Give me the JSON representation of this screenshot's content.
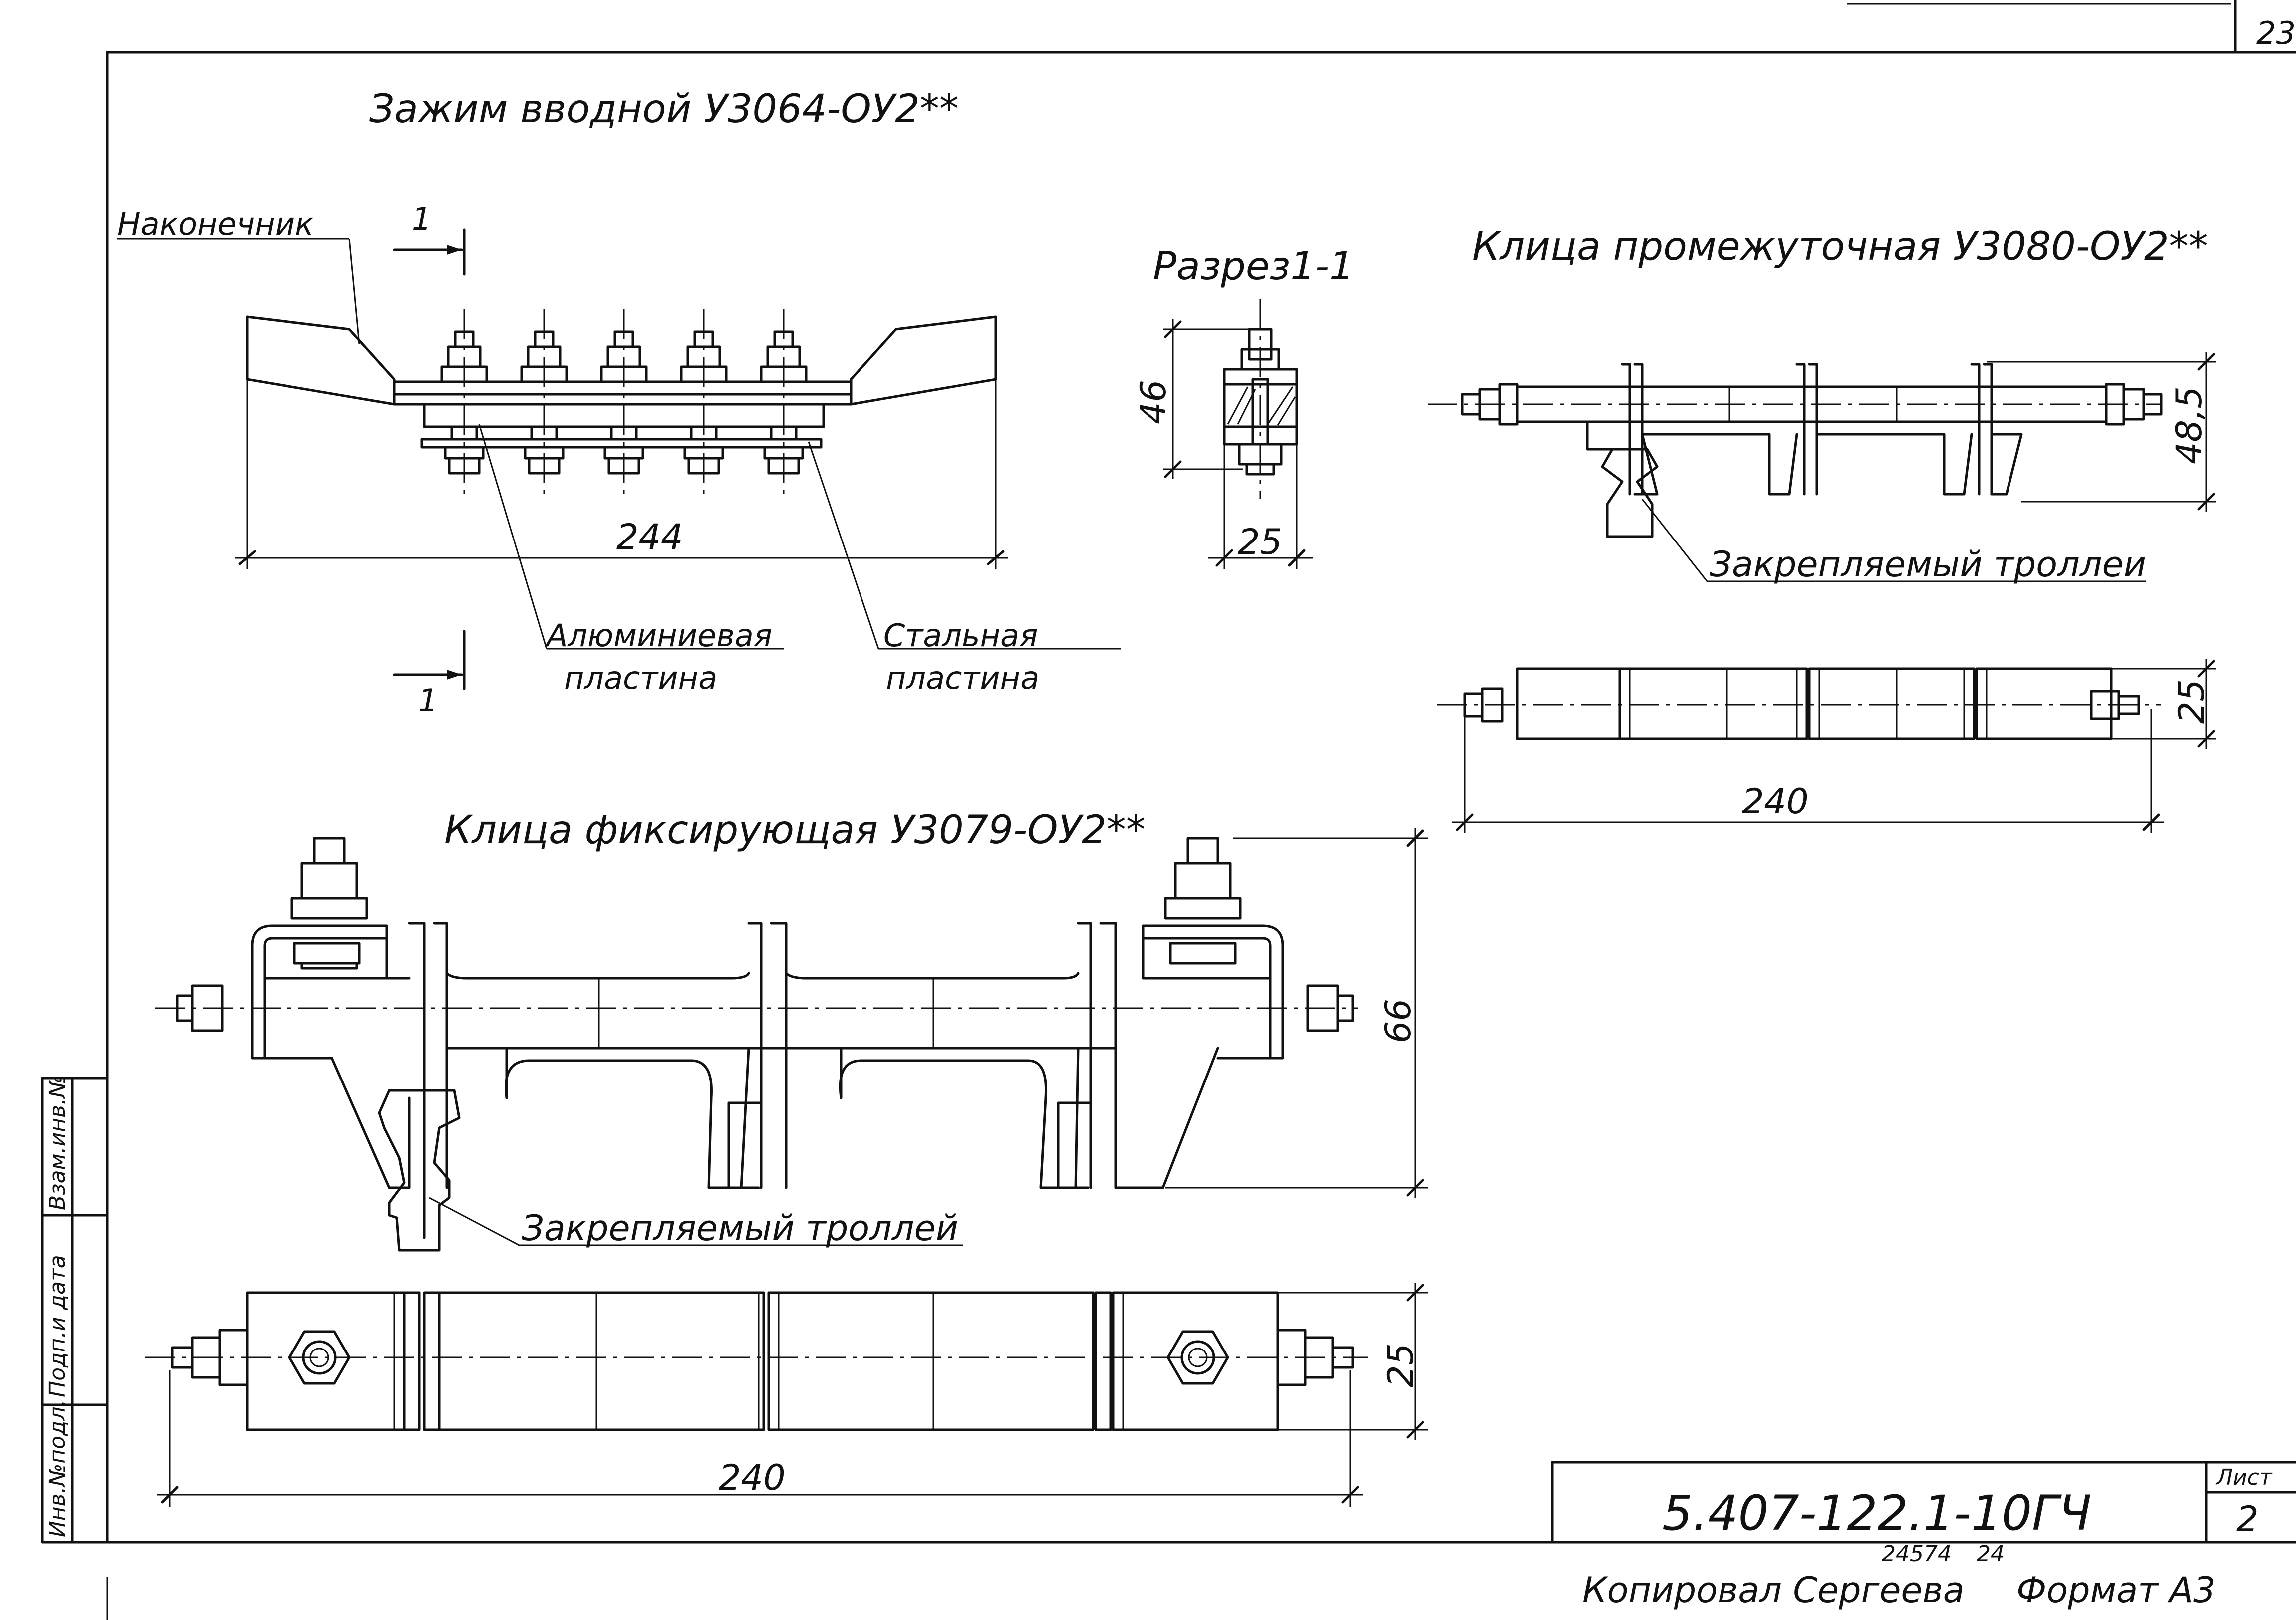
{
  "sheet": {
    "top_sheet_number": "23",
    "document_code": "5.407-122.1-10ГЧ",
    "list_label": "Лист",
    "list_number": "2",
    "inventory_number": "24574",
    "inventory_suffix": "24",
    "copied_by": "Копировал Сергеева",
    "format": "Формат А3"
  },
  "side_stamp": {
    "field_1": "Инв.№подл.",
    "field_2": "Подп.и дата",
    "field_3": "Взам.инв.№"
  },
  "clamp": {
    "title": "Зажим вводной У3064-ОУ2**",
    "tip_label": "Наконечник",
    "section_mark_top": "1",
    "section_mark_bottom": "1",
    "dimension_length": "244",
    "aluminium_plate_line1": "Алюминиевая",
    "aluminium_plate_line2": "пластина",
    "steel_plate_line1": "Стальная",
    "steel_plate_line2": "пластина"
  },
  "section": {
    "title": "Разрез1-1",
    "dimension_height": "46",
    "dimension_width": "25"
  },
  "intermediate_clip": {
    "title": "Клица промежуточная У3080-ОУ2**",
    "dimension_height": "48,5",
    "trolley_label": "Закрепляемый троллеи",
    "dimension_width": "25",
    "dimension_length": "240"
  },
  "fixing_clip": {
    "title": "Клица фиксирующая У3079-ОУ2**",
    "dimension_height": "66",
    "trolley_label": "Закрепляемый троллей",
    "dimension_width": "25",
    "dimension_length": "240"
  }
}
